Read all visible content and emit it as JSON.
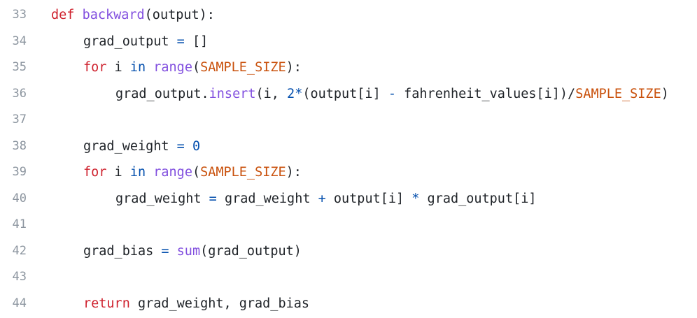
{
  "code": {
    "lines": [
      {
        "number": "33",
        "indent": 0,
        "tokens": [
          {
            "text": "def",
            "kind": "kw"
          },
          {
            "text": " ",
            "kind": "plain"
          },
          {
            "text": "backward",
            "kind": "fn"
          },
          {
            "text": "(output):",
            "kind": "plain"
          }
        ]
      },
      {
        "number": "34",
        "indent": 1,
        "tokens": [
          {
            "text": "grad_output",
            "kind": "plain"
          },
          {
            "text": " ",
            "kind": "plain"
          },
          {
            "text": "=",
            "kind": "op"
          },
          {
            "text": " []",
            "kind": "plain"
          }
        ]
      },
      {
        "number": "35",
        "indent": 1,
        "tokens": [
          {
            "text": "for",
            "kind": "kw"
          },
          {
            "text": " i ",
            "kind": "plain"
          },
          {
            "text": "in",
            "kind": "kw2"
          },
          {
            "text": " ",
            "kind": "plain"
          },
          {
            "text": "range",
            "kind": "fn"
          },
          {
            "text": "(",
            "kind": "plain"
          },
          {
            "text": "SAMPLE_SIZE",
            "kind": "const"
          },
          {
            "text": "):",
            "kind": "plain"
          }
        ]
      },
      {
        "number": "36",
        "indent": 2,
        "tokens": [
          {
            "text": "grad_output.",
            "kind": "plain"
          },
          {
            "text": "insert",
            "kind": "fn"
          },
          {
            "text": "(i, ",
            "kind": "plain"
          },
          {
            "text": "2",
            "kind": "num"
          },
          {
            "text": "*",
            "kind": "op"
          },
          {
            "text": "(output[i] ",
            "kind": "plain"
          },
          {
            "text": "-",
            "kind": "op"
          },
          {
            "text": " fahrenheit_values[i])/",
            "kind": "plain"
          },
          {
            "text": "SAMPLE_SIZE",
            "kind": "const"
          },
          {
            "text": ")",
            "kind": "plain"
          }
        ]
      },
      {
        "number": "37",
        "indent": 0,
        "tokens": []
      },
      {
        "number": "38",
        "indent": 1,
        "tokens": [
          {
            "text": "grad_weight",
            "kind": "plain"
          },
          {
            "text": " ",
            "kind": "plain"
          },
          {
            "text": "=",
            "kind": "op"
          },
          {
            "text": " ",
            "kind": "plain"
          },
          {
            "text": "0",
            "kind": "num"
          }
        ]
      },
      {
        "number": "39",
        "indent": 1,
        "tokens": [
          {
            "text": "for",
            "kind": "kw"
          },
          {
            "text": " i ",
            "kind": "plain"
          },
          {
            "text": "in",
            "kind": "kw2"
          },
          {
            "text": " ",
            "kind": "plain"
          },
          {
            "text": "range",
            "kind": "fn"
          },
          {
            "text": "(",
            "kind": "plain"
          },
          {
            "text": "SAMPLE_SIZE",
            "kind": "const"
          },
          {
            "text": "):",
            "kind": "plain"
          }
        ]
      },
      {
        "number": "40",
        "indent": 2,
        "tokens": [
          {
            "text": "grad_weight",
            "kind": "plain"
          },
          {
            "text": " ",
            "kind": "plain"
          },
          {
            "text": "=",
            "kind": "op"
          },
          {
            "text": " grad_weight ",
            "kind": "plain"
          },
          {
            "text": "+",
            "kind": "op"
          },
          {
            "text": " output[i] ",
            "kind": "plain"
          },
          {
            "text": "*",
            "kind": "op"
          },
          {
            "text": " grad_output[i]",
            "kind": "plain"
          }
        ]
      },
      {
        "number": "41",
        "indent": 0,
        "tokens": []
      },
      {
        "number": "42",
        "indent": 1,
        "tokens": [
          {
            "text": "grad_bias",
            "kind": "plain"
          },
          {
            "text": " ",
            "kind": "plain"
          },
          {
            "text": "=",
            "kind": "op"
          },
          {
            "text": " ",
            "kind": "plain"
          },
          {
            "text": "sum",
            "kind": "fn"
          },
          {
            "text": "(grad_output)",
            "kind": "plain"
          }
        ]
      },
      {
        "number": "43",
        "indent": 0,
        "tokens": []
      },
      {
        "number": "44",
        "indent": 1,
        "tokens": [
          {
            "text": "return",
            "kind": "kw"
          },
          {
            "text": " grad_weight, grad_bias",
            "kind": "plain"
          }
        ]
      }
    ]
  },
  "colors": {
    "keyword": "#cf222e",
    "function": "#8250df",
    "builtin_keyword": "#0550ae",
    "constant": "#c9510c",
    "number": "#0550ae",
    "operator": "#0550ae",
    "text": "#1f2328",
    "line_number": "#8c959f",
    "background": "#ffffff"
  }
}
